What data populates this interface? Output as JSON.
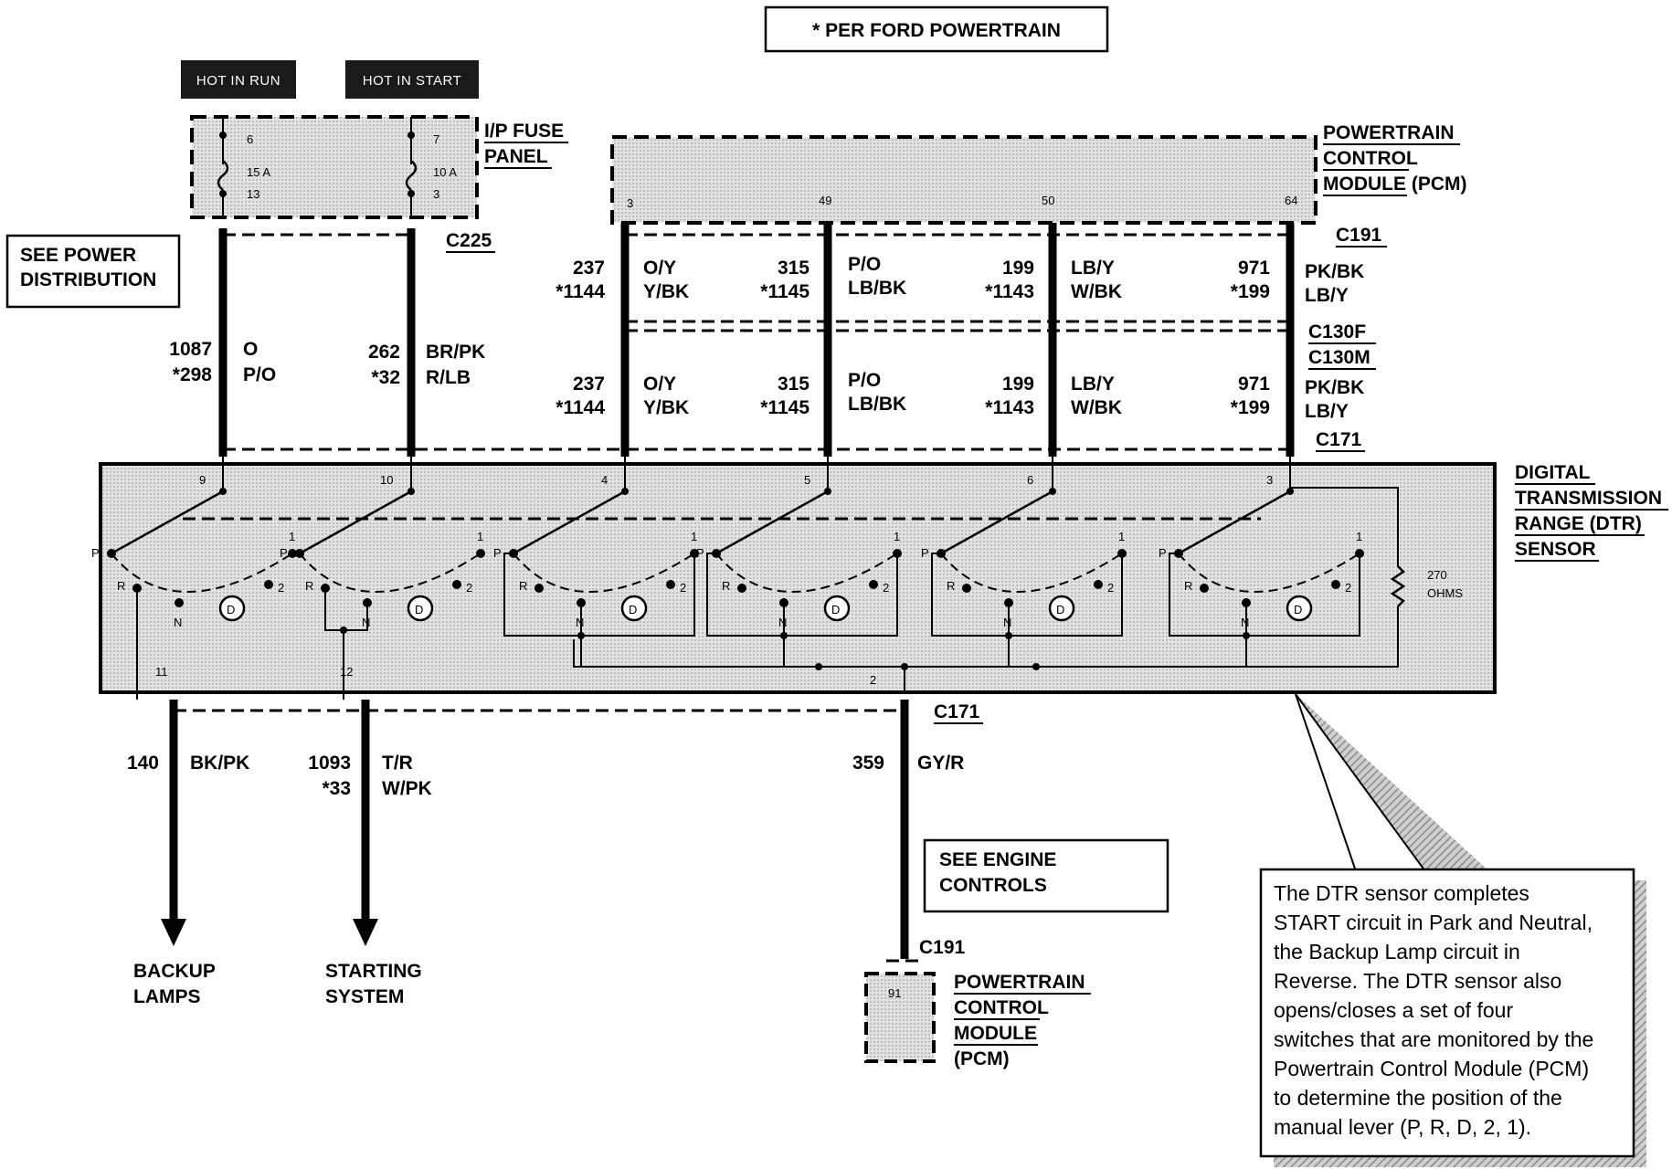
{
  "header": {
    "powertrain_note": "* PER FORD POWERTRAIN"
  },
  "tags": {
    "hot_in_run": "HOT IN RUN",
    "hot_in_start": "HOT IN START"
  },
  "fuse_panel": {
    "title_line1": "I/P FUSE",
    "title_line2": "PANEL",
    "connector": "C225",
    "fuses": [
      {
        "in_pin": "6",
        "rating": "15 A",
        "out_pin": "13"
      },
      {
        "in_pin": "7",
        "rating": "10 A",
        "out_pin": "3"
      }
    ]
  },
  "see_power": {
    "line1": "SEE POWER",
    "line2": "DISTRIBUTION"
  },
  "pcm_top": {
    "title_line1": "POWERTRAIN",
    "title_line2": "CONTROL",
    "title_line3": "MODULE",
    "title_suffix": " (PCM)",
    "pins": [
      "3",
      "49",
      "50",
      "64"
    ],
    "connector": "C191"
  },
  "connectors": {
    "c130f": "C130F",
    "c130m": "C130M",
    "c171_top": "C171",
    "c171_bottom": "C171",
    "c191_bottom": "C191"
  },
  "fuse_wires": [
    {
      "circuit": "1087",
      "alt": "*298",
      "color": "O",
      "alt_color": "P/O"
    },
    {
      "circuit": "262",
      "alt": "*32",
      "color": "BR/PK",
      "alt_color": "R/LB"
    }
  ],
  "pcm_wires_upper": [
    {
      "circuit": "237",
      "alt": "*1144",
      "color": "O/Y",
      "alt_color": "Y/BK"
    },
    {
      "circuit": "315",
      "alt": "*1145",
      "color": "P/O",
      "alt_color": "LB/BK"
    },
    {
      "circuit": "199",
      "alt": "*1143",
      "color": "LB/Y",
      "alt_color": "W/BK"
    },
    {
      "circuit": "971",
      "alt": "*199",
      "color": "PK/BK",
      "alt_color": "LB/Y"
    }
  ],
  "pcm_wires_lower": [
    {
      "circuit": "237",
      "alt": "*1144",
      "color": "O/Y",
      "alt_color": "Y/BK"
    },
    {
      "circuit": "315",
      "alt": "*1145",
      "color": "P/O",
      "alt_color": "LB/BK"
    },
    {
      "circuit": "199",
      "alt": "*1143",
      "color": "LB/Y",
      "alt_color": "W/BK"
    },
    {
      "circuit": "971",
      "alt": "*199",
      "color": "PK/BK",
      "alt_color": "LB/Y"
    }
  ],
  "dtr_sensor": {
    "title_line1": "DIGITAL",
    "title_line2": "TRANSMISSION",
    "title_line3": "RANGE (DTR)",
    "title_line4": "SENSOR",
    "top_pins": [
      "9",
      "10",
      "4",
      "5",
      "6",
      "3"
    ],
    "bottom_pins": [
      "11",
      "12",
      "2"
    ],
    "resistor_line1": "270",
    "resistor_line2": "OHMS",
    "positions": {
      "p": "P",
      "r": "R",
      "n": "N",
      "d": "D",
      "two": "2",
      "one": "1"
    }
  },
  "bottom_wires": [
    {
      "circuit": "140",
      "alt": "",
      "color": "BK/PK",
      "alt_color": "",
      "dest_line1": "BACKUP",
      "dest_line2": "LAMPS"
    },
    {
      "circuit": "1093",
      "alt": "*33",
      "color": "T/R",
      "alt_color": "W/PK",
      "dest_line1": "STARTING",
      "dest_line2": "SYSTEM"
    },
    {
      "circuit": "359",
      "alt": "",
      "color": "GY/R",
      "alt_color": ""
    }
  ],
  "see_engine": {
    "line1": "SEE ENGINE",
    "line2": "CONTROLS"
  },
  "pcm_bottom": {
    "pin": "91",
    "title_line1": "POWERTRAIN",
    "title_line2": "CONTROL",
    "title_line3": "MODULE",
    "title_line4": "(PCM)"
  },
  "note_box": {
    "lines": [
      "The DTR sensor completes",
      "START circuit in Park and Neutral,",
      "the Backup Lamp circuit in",
      "Reverse.  The DTR sensor also",
      "opens/closes a set of four",
      "switches that are monitored by the",
      "Powertrain Control Module (PCM)",
      "to determine the position of the",
      "manual lever (P, R, D, 2, 1)."
    ]
  },
  "colors": {
    "ink": "#000000",
    "module_fill": "#d4d4d4",
    "tag_fill": "#1a1a1a",
    "shadow": "#9a9a9a"
  }
}
